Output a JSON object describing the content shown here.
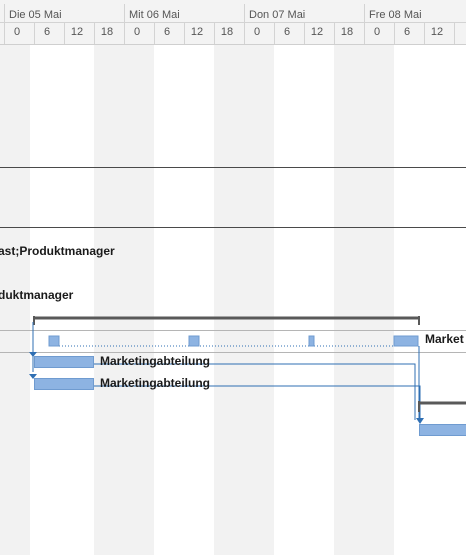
{
  "timescale": {
    "days": [
      {
        "label": "Die 05 Mai",
        "ticks": [
          "0",
          "6",
          "12",
          "18"
        ]
      },
      {
        "label": "Mit 06 Mai",
        "ticks": [
          "0",
          "6",
          "12",
          "18"
        ]
      },
      {
        "label": "Don 07 Mai",
        "ticks": [
          "0",
          "6",
          "12",
          "18"
        ]
      },
      {
        "label": "Fre 08 Mai",
        "ticks": [
          "0",
          "6",
          "12"
        ]
      }
    ]
  },
  "tasks": {
    "row1_label": "ast;Produktmanager",
    "row2_label": "duktmanager",
    "summary_label": "Market",
    "bar1_label": "Marketingabteilung",
    "bar2_label": "Marketingabteilung"
  },
  "colors": {
    "bar": "#8db3e2",
    "link": "#2f6fb3",
    "summary": "#595959",
    "shade": "#f2f2f2"
  }
}
